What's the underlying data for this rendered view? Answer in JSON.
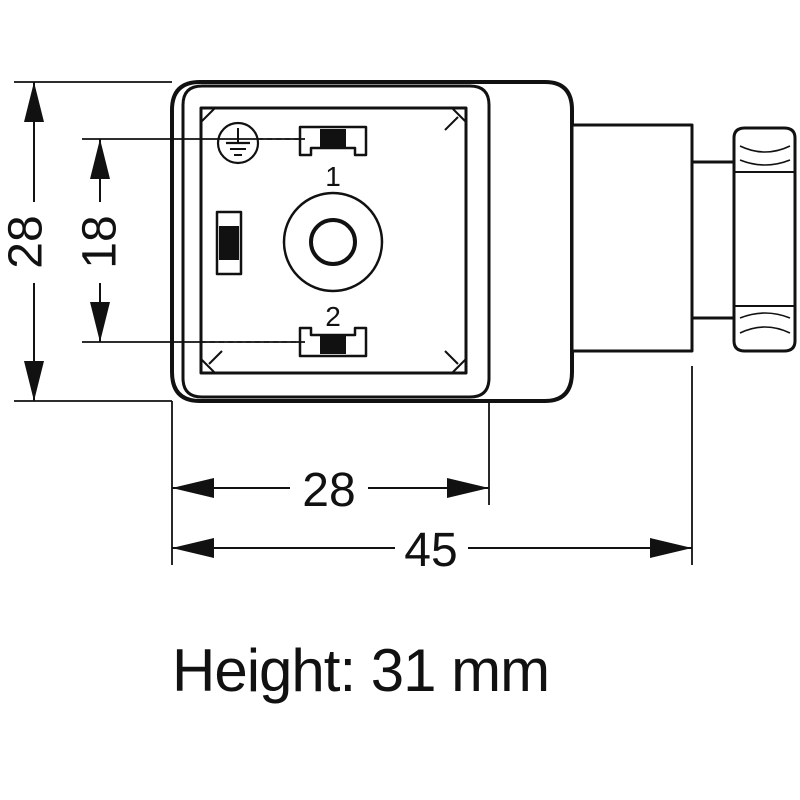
{
  "diagram": {
    "title": "",
    "dimensions": {
      "body_height": "28",
      "pin_spacing": "18",
      "body_width": "28",
      "overall_length": "45"
    },
    "pin_labels": {
      "pin1": "1",
      "pin2": "2"
    },
    "icons": [
      "ground-icon",
      "hex-nut-icon",
      "central-screw-icon"
    ],
    "line_color": "#111111"
  },
  "caption": {
    "text": "Height: 31 mm"
  }
}
